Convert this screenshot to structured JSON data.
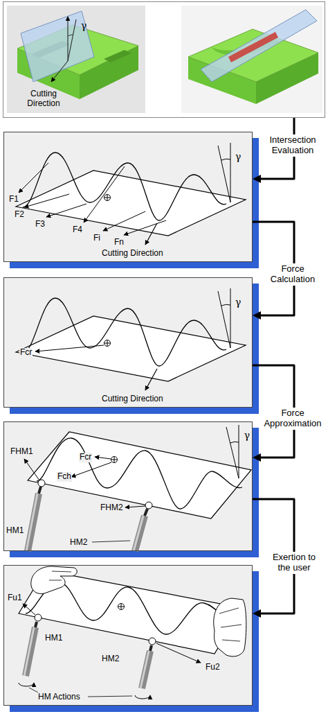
{
  "diagram": {
    "nodes": [
      {
        "text": [
          "γ",
          "Cutting Direction"
        ]
      },
      {
        "text": [
          "F1",
          "F2",
          "F3",
          "F4",
          "Fi",
          "Fn",
          "γ",
          "Cutting Direction"
        ]
      },
      {
        "text": [
          "Fcr",
          "γ",
          "Cutting Direction"
        ]
      },
      {
        "text": [
          "FHM1",
          "Fcr",
          "Fch",
          "FHM2",
          "HM1",
          "HM2",
          "γ"
        ]
      },
      {
        "text": [
          "Fu1",
          "HM1",
          "HM2",
          "Fu2",
          "HM Actions"
        ]
      }
    ],
    "edges": [
      {
        "from": 0,
        "to": 1,
        "arrow": "to",
        "label": "Intersection Evaluation"
      },
      {
        "from": 1,
        "to": 2,
        "arrow": "to",
        "label": "Force Calculation"
      },
      {
        "from": 2,
        "to": 3,
        "arrow": "to",
        "label": "Force Approximation"
      },
      {
        "from": 3,
        "to": 4,
        "arrow": "to",
        "label": "Exertion to the user"
      }
    ]
  }
}
